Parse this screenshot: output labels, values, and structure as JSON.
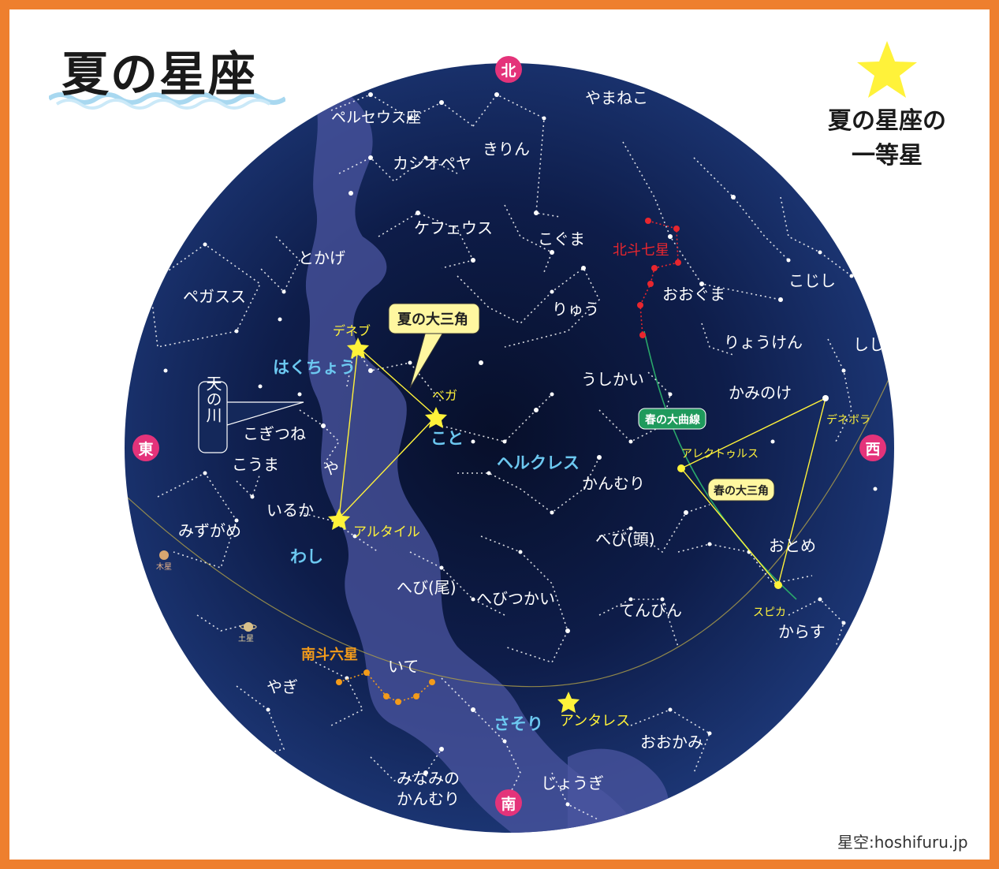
{
  "page": {
    "title": "夏の星座",
    "legend": {
      "line1": "夏の星座の",
      "line2": "一等星"
    },
    "credit": "星空:hoshifuru.jp"
  },
  "colors": {
    "frame": "#ee7f2e",
    "sky": "#14285a",
    "milky_way": "#4b56a0",
    "constellation_label": "#ffffff",
    "summer_label": "#6cc8f0",
    "first_magnitude": "#fff23a",
    "big_dipper": "#e8262e",
    "nanto": "#f39b1a",
    "spring_curve": "#2aa86a",
    "direction_badge": "#e4337a"
  },
  "directions": {
    "north": "北",
    "south": "南",
    "east": "東",
    "west": "西"
  },
  "constellations": {
    "yamaneko": "やまねこ",
    "perseus": "ペルセウス座",
    "kirin": "きりん",
    "cassiopeia": "カシオペヤ",
    "cepheus": "ケフェウス",
    "koguma": "こぐま",
    "tokage": "とかげ",
    "pegasus": "ペガスス",
    "ryu": "りゅう",
    "ooguma": "おおぐま",
    "kojishi": "こじし",
    "ryouken": "りょうけん",
    "shishi": "しし",
    "hakucho": "はくちょう",
    "ushikai": "うしかい",
    "kaminoke": "かみのけ",
    "koto": "こと",
    "kogitsune": "こぎつね",
    "kouma": "こうま",
    "ya": "や",
    "hercules": "ヘルクレス",
    "kanmuri": "かんむり",
    "iruka": "いるか",
    "mizugame": "みずがめ",
    "washi": "わし",
    "hebi_head": "へび(頭)",
    "otome": "おとめ",
    "hebi_tail": "へび(尾)",
    "hebitsukai": "へびつかい",
    "tenbin": "てんびん",
    "karasu": "からす",
    "ite": "いて",
    "yagi": "やぎ",
    "sasori": "さそり",
    "ookami": "おおかみ",
    "minaminokanmuri_1": "みなみの",
    "minaminokanmuri_2": "かんむり",
    "jougi": "じょうぎ",
    "amanogawa": "天の川"
  },
  "stars": {
    "deneb": "デネブ",
    "vega": "ベガ",
    "altair": "アルタイル",
    "antares": "アンタレス",
    "arcturus": "アレクトゥルス",
    "spica": "スピカ",
    "denebola": "デネボラ"
  },
  "asterisms": {
    "summer_triangle": "夏の大三角",
    "spring_triangle": "春の大三角",
    "spring_curve": "春の大曲線",
    "big_dipper": "北斗七星",
    "nanto": "南斗六星"
  },
  "planets": {
    "jupiter": "木星",
    "saturn": "土星"
  }
}
